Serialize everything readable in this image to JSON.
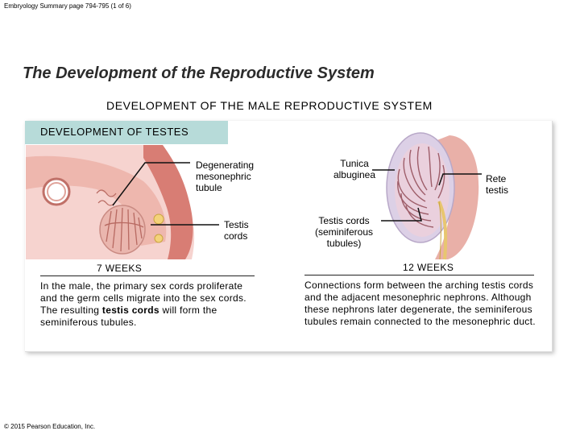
{
  "header_note": "Embryology Summary page 794-795 (1 of 6)",
  "title": "The Development of the Reproductive System",
  "subtitle": "DEVELOPMENT OF THE MALE REPRODUCTIVE SYSTEM",
  "tab_label": "DEVELOPMENT OF TESTES",
  "left": {
    "label_degenerating": [
      "Degenerating",
      "mesonephric",
      "tubule"
    ],
    "label_testis_cords": [
      "Testis",
      "cords"
    ],
    "week": "7 WEEKS",
    "caption_before": "In the male, the primary sex cords proliferate and the germ cells migrate into the sex cords. The resulting",
    "caption_bold": "testis cords",
    "caption_after": "will form the seminiferous tubules."
  },
  "right": {
    "label_tunica": [
      "Tunica",
      "albuginea"
    ],
    "label_rete": [
      "Rete",
      "testis"
    ],
    "label_cords": [
      "Testis cords",
      "(seminiferous",
      "tubules)"
    ],
    "week": "12 WEEKS",
    "caption": "Connections form between the arching testis cords and the adjacent mesonephric nephrons. Although these nephrons later degenerate, the seminiferous tubules remain connected to the mesonephric duct."
  },
  "footer": "© 2015 Pearson Education, Inc."
}
